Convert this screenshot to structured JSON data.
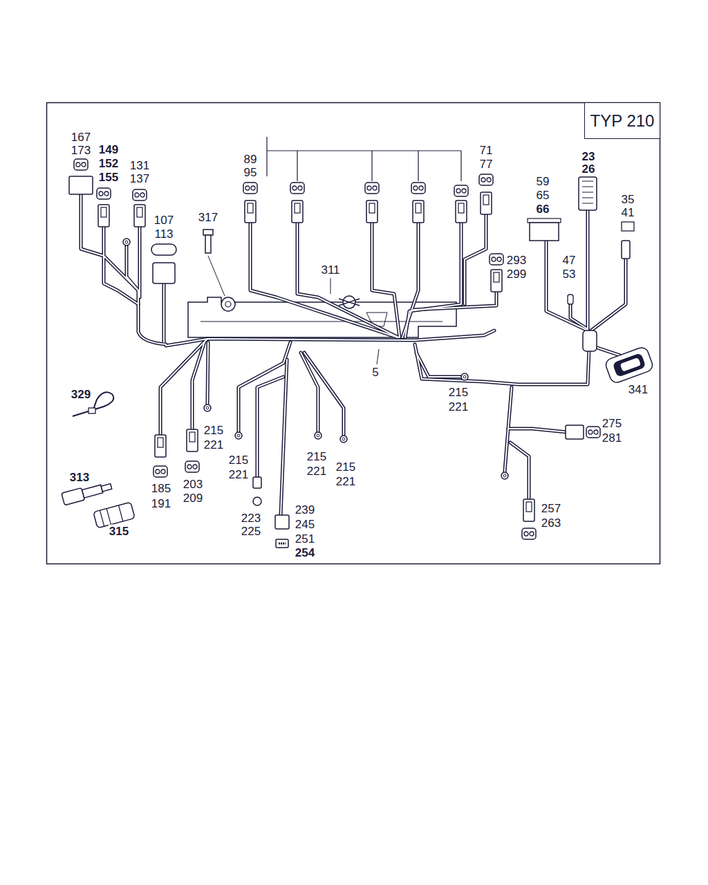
{
  "diagram": {
    "nodes": [
      {
        "text": [
          "TYP 210"
        ]
      }
    ],
    "edges": [],
    "labels": [
      "167",
      "173",
      "149",
      "152",
      "155",
      "131",
      "137",
      "89",
      "95",
      "71",
      "77",
      "23",
      "26",
      "59",
      "65",
      "66",
      "35",
      "41",
      "317",
      "107",
      "113",
      "47",
      "53",
      "293",
      "299",
      "311",
      "5",
      "215",
      "221",
      "341",
      "329",
      "215",
      "221",
      "275",
      "281",
      "215",
      "221",
      "215",
      "221",
      "215",
      "221",
      "313",
      "203",
      "209",
      "185",
      "191",
      "257",
      "263",
      "239",
      "223",
      "245",
      "315",
      "225",
      "251",
      "254"
    ]
  }
}
